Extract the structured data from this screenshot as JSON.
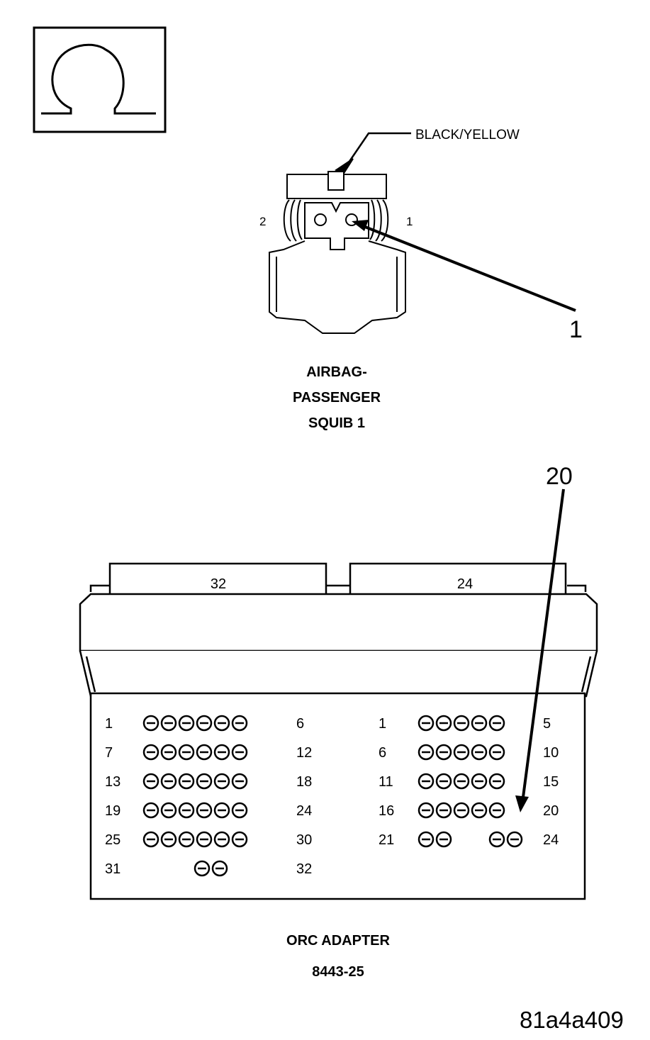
{
  "symbol": {
    "name": "ohm-symbol-icon"
  },
  "squib": {
    "wire_label": "BLACK/YELLOW",
    "pin_left": "2",
    "pin_right": "1",
    "callout": "1",
    "caption_lines": [
      "AIRBAG-",
      "PASSENGER",
      "SQUIB 1"
    ]
  },
  "adapter": {
    "tab_left": "32",
    "tab_right": "24",
    "callout": "20",
    "left_block": {
      "rows": [
        {
          "start": "1",
          "end": "6",
          "holes": 6
        },
        {
          "start": "7",
          "end": "12",
          "holes": 6
        },
        {
          "start": "13",
          "end": "18",
          "holes": 6
        },
        {
          "start": "19",
          "end": "24",
          "holes": 6
        },
        {
          "start": "25",
          "end": "30",
          "holes": 6
        },
        {
          "start": "31",
          "end": "32",
          "holes": 2
        }
      ]
    },
    "right_block": {
      "rows": [
        {
          "start": "1",
          "end": "5",
          "holes": 5
        },
        {
          "start": "6",
          "end": "10",
          "holes": 5
        },
        {
          "start": "11",
          "end": "15",
          "holes": 5
        },
        {
          "start": "16",
          "end": "20",
          "holes": 5
        },
        {
          "start": "21",
          "end": "24",
          "holes": 4
        }
      ]
    },
    "caption_lines": [
      "ORC ADAPTER",
      "8443-25"
    ]
  },
  "figure_id": "81a4a409"
}
